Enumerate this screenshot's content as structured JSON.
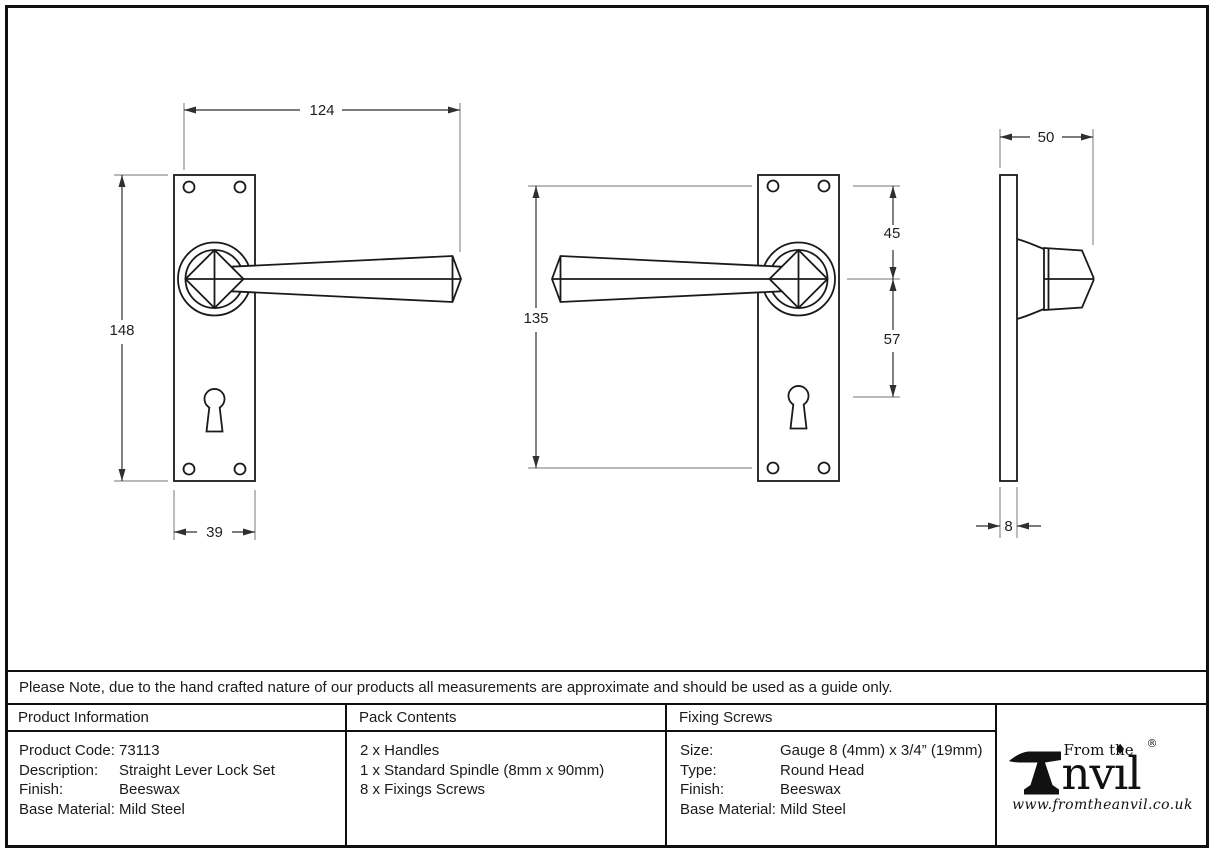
{
  "note": "Please Note, due to the hand crafted nature of our products all measurements are approximate and should be used as a guide only.",
  "drawing": {
    "dims": {
      "width": "124",
      "height": "148",
      "plate_width": "39",
      "fixing_centres": "135",
      "top_to_spindle": "45",
      "spindle_to_keyhole": "57",
      "projection": "50",
      "thickness": "8"
    }
  },
  "table": {
    "product_information": {
      "title": "Product Information",
      "rows": [
        {
          "label": "Product Code:",
          "value": "73113"
        },
        {
          "label": "Description:",
          "value": "Straight Lever Lock Set"
        },
        {
          "label": "Finish:",
          "value": "Beeswax"
        },
        {
          "label": "Base Material:",
          "value": "Mild Steel"
        }
      ]
    },
    "pack_contents": {
      "title": "Pack Contents",
      "items": [
        "2 x Handles",
        "1 x Standard Spindle (8mm x 90mm)",
        "8 x Fixings Screws"
      ]
    },
    "fixing_screws": {
      "title": "Fixing Screws",
      "rows": [
        {
          "label": "Size:",
          "value": "Gauge 8 (4mm) x 3/4” (19mm)"
        },
        {
          "label": "Type:",
          "value": "Round Head"
        },
        {
          "label": "Finish:",
          "value": "Beeswax"
        },
        {
          "label": "Base Material:",
          "value": "Mild Steel"
        }
      ]
    }
  },
  "logo": {
    "prefix": "From the",
    "wordmark_a": "nv",
    "wordmark_b": "ıl",
    "tittle": "♦",
    "registered": "®",
    "website": "www.fromtheanvil.co.uk"
  }
}
